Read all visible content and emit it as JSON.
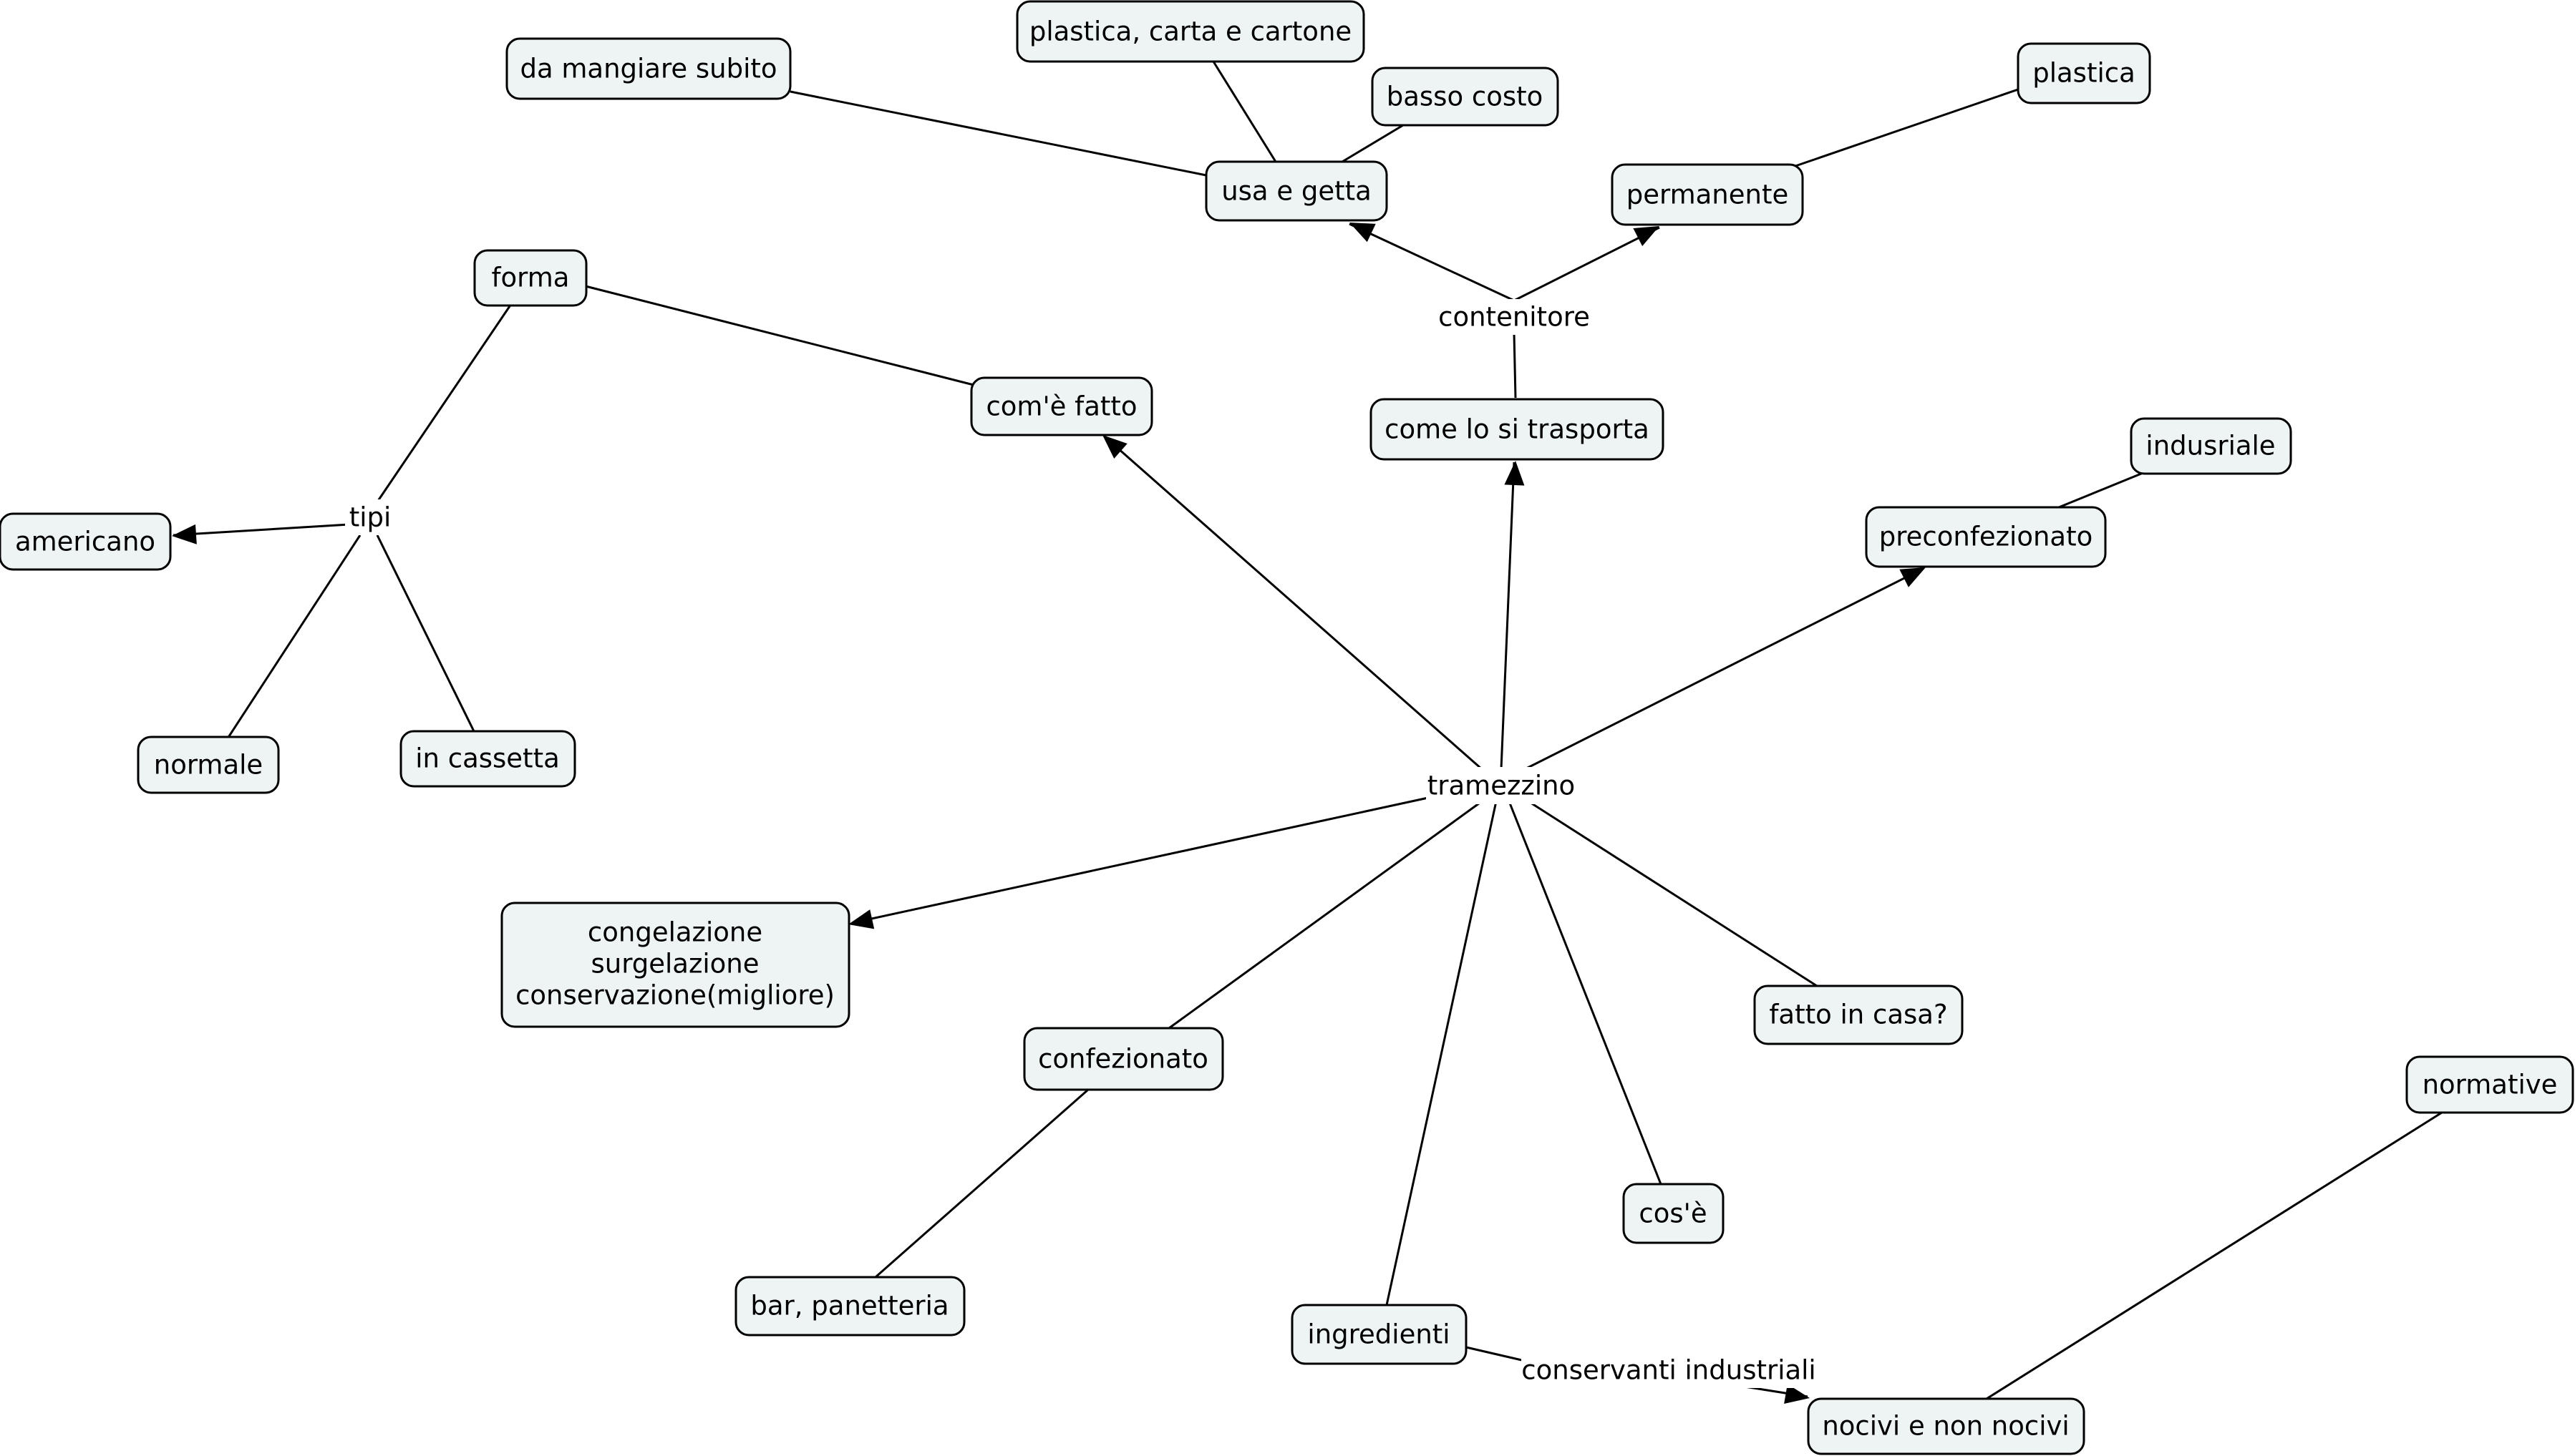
{
  "concepts": {
    "da_mangiare": "da mangiare subito",
    "plastica_carta": "plastica, carta e cartone",
    "basso_costo": "basso costo",
    "plastica": "plastica",
    "usa_getta": "usa e getta",
    "permanente": "permanente",
    "forma": "forma",
    "come_fatto": "com'è fatto",
    "come_trasporta": "come lo si trasporta",
    "indusriale": "indusriale",
    "preconfezionato": "preconfezionato",
    "americano": "americano",
    "normale": "normale",
    "in_cassetta": "in cassetta",
    "congelazione": [
      "congelazione",
      "surgelazione",
      "conservazione(migliore)"
    ],
    "confezionato": "confezionato",
    "fatto_casa": "fatto in casa?",
    "normative": "normative",
    "cose": "cos'è",
    "bar": "bar, panetteria",
    "ingredienti": "ingredienti",
    "nocivi": "nocivi e non nocivi"
  },
  "link_labels": {
    "contenitore": "contenitore",
    "tipi": "tipi",
    "tramezzino": "tramezzino",
    "conservanti": "conservanti industriali"
  },
  "colors": {
    "node_fill": "#eef4f4",
    "stroke": "#000000"
  }
}
